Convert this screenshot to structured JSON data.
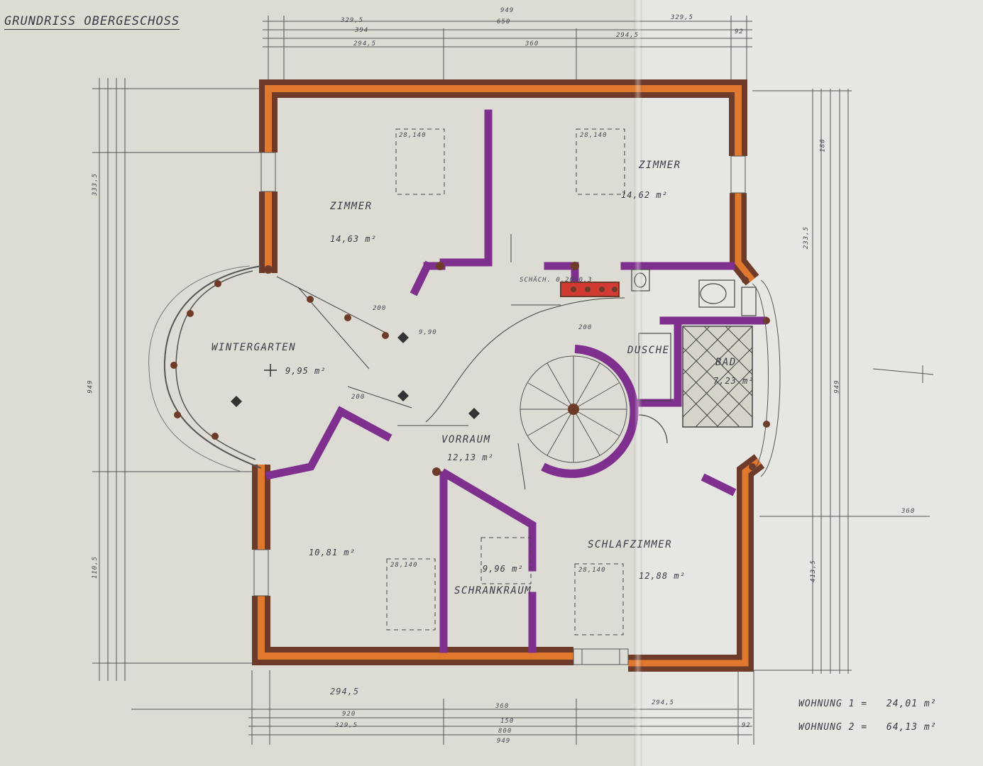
{
  "title": "GRUNDRISS OBERGESCHOSS",
  "rooms": {
    "zimmer_left": {
      "name": "ZIMMER",
      "area": "14,63 m²"
    },
    "zimmer_right": {
      "name": "ZIMMER",
      "area": "14,62 m²"
    },
    "wintergarten": {
      "name": "WINTERGARTEN",
      "area": "9,95 m²"
    },
    "vorraum": {
      "name": "VORRAUM",
      "area": "12,13 m²"
    },
    "dusche": {
      "name": "DUSCHE"
    },
    "bad": {
      "name": "BAD",
      "area": "7,23 m²"
    },
    "room_bottom_left": {
      "area": "10,81 m²"
    },
    "schrankraum": {
      "name": "SCHRANKRAUM",
      "area": "9,96 m²"
    },
    "schlafzimmer": {
      "name": "SCHLAFZIMMER",
      "area": "12,88 m²"
    }
  },
  "chimney_label": "SCHÄCH. 0,20×0,3",
  "dimensions": {
    "top": [
      "949",
      "329,5",
      "650",
      "329,5",
      "394",
      "92",
      "294,5",
      "360",
      "294,5"
    ],
    "bottom": [
      "294,5",
      "360",
      "294,5",
      "920",
      "329,5",
      "949",
      "800",
      "150",
      "92"
    ],
    "left": [
      "333,5",
      "949",
      "110,5"
    ],
    "right": [
      "233,5",
      "949",
      "413,5",
      "180",
      "360"
    ],
    "misc": [
      "28,140",
      "28,140",
      "28,140",
      "28,140",
      "200",
      "200",
      "200",
      "9,90"
    ]
  },
  "totals": [
    {
      "label": "WOHNUNG 1 =",
      "value": "24,01 m²"
    },
    {
      "label": "WOHNUNG 2 =",
      "value": "64,13 m²"
    }
  ],
  "colors": {
    "paper": "#dcdcd4",
    "outer_wall_orange": "#e0782e",
    "outer_wall_brown": "#6e3b2a",
    "inner_wall_purple": "#7f2f8e",
    "chimney_red": "#d23b34",
    "pencil": "#3a3a44"
  }
}
